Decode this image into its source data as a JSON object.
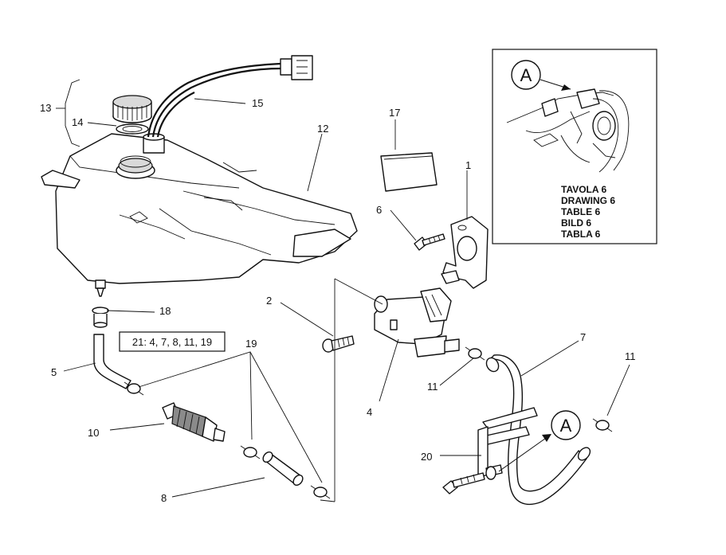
{
  "callouts": {
    "c1": "1",
    "c2": "2",
    "c4": "4",
    "c5": "5",
    "c6": "6",
    "c7": "7",
    "c8": "8",
    "c10": "10",
    "c11a": "11",
    "c11b": "11",
    "c12": "12",
    "c13": "13",
    "c14": "14",
    "c15": "15",
    "c17": "17",
    "c18": "18",
    "c19": "19",
    "c20": "20"
  },
  "kit_note": "21: 4, 7, 8, 11, 19",
  "ref_letter_inset": "A",
  "ref_letter_main": "A",
  "reference_lines": [
    "TAVOLA 6",
    "DRAWING 6",
    "TABLE 6",
    "BILD 6",
    "TABLA 6"
  ]
}
